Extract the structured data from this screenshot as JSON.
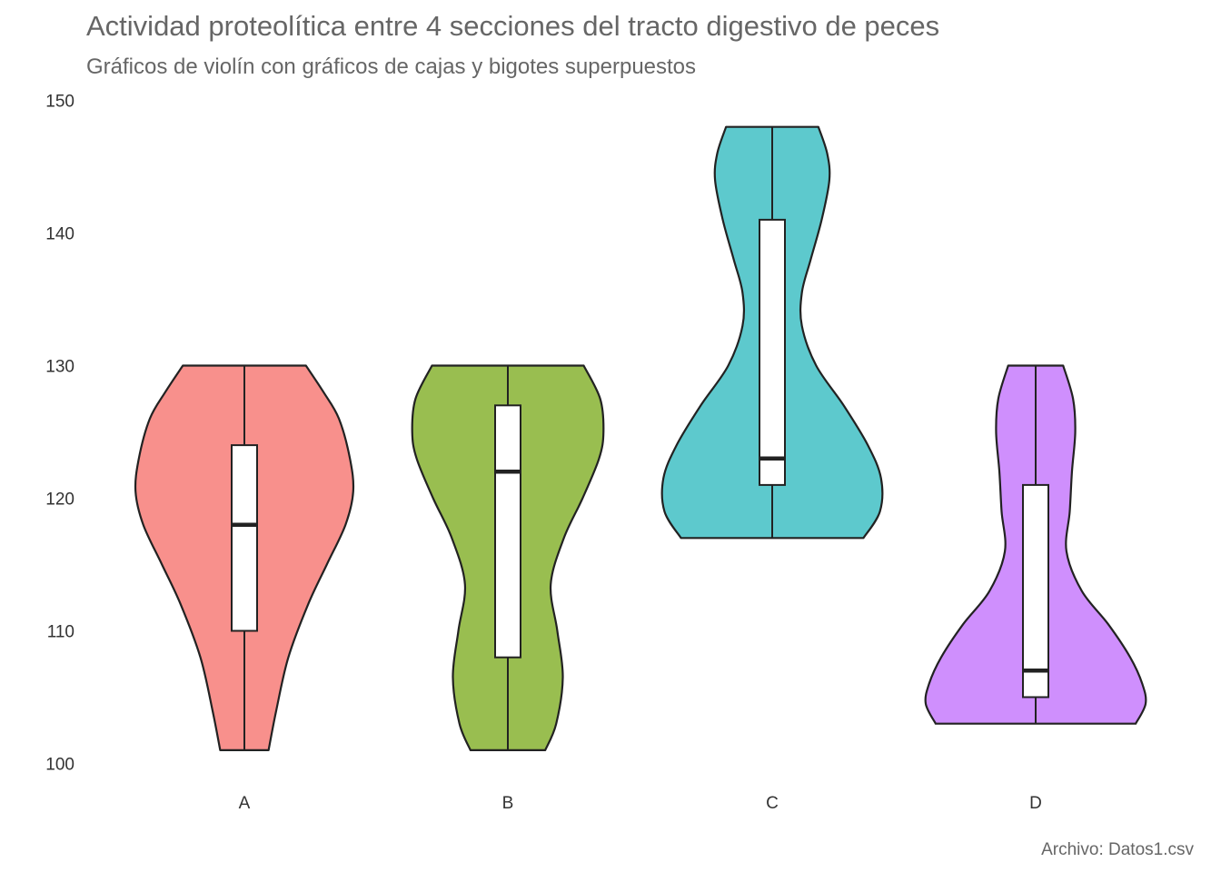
{
  "chart_data": {
    "type": "violin",
    "title": "Actividad proteolítica entre 4 secciones del tracto digestivo de peces",
    "subtitle": "Gráficos de violín con gráficos de cajas y bigotes superpuestos",
    "caption": "Archivo: Datos1.csv",
    "xlabel": "",
    "ylabel": "",
    "ylim": [
      100,
      150
    ],
    "y_ticks": [
      100,
      110,
      120,
      130,
      140,
      150
    ],
    "grid": false,
    "legend": "none",
    "categories": [
      "A",
      "B",
      "C",
      "D"
    ],
    "series": [
      {
        "category": "A",
        "color": "#F8908C",
        "min": 101,
        "q1": 110,
        "median": 118,
        "q3": 124,
        "max": 130,
        "density": [
          [
            101,
            0.22
          ],
          [
            104,
            0.29
          ],
          [
            108,
            0.4
          ],
          [
            112,
            0.58
          ],
          [
            115,
            0.75
          ],
          [
            118,
            0.92
          ],
          [
            120.5,
            0.99
          ],
          [
            123,
            0.96
          ],
          [
            126,
            0.86
          ],
          [
            128,
            0.72
          ],
          [
            130,
            0.56
          ]
        ]
      },
      {
        "category": "B",
        "color": "#99BE50",
        "min": 101,
        "q1": 108,
        "median": 122,
        "q3": 127,
        "max": 130,
        "density": [
          [
            101,
            0.34
          ],
          [
            103,
            0.44
          ],
          [
            106.5,
            0.5
          ],
          [
            110,
            0.45
          ],
          [
            113.5,
            0.39
          ],
          [
            117,
            0.51
          ],
          [
            120,
            0.68
          ],
          [
            123,
            0.83
          ],
          [
            125,
            0.87
          ],
          [
            127.5,
            0.84
          ],
          [
            130,
            0.69
          ]
        ]
      },
      {
        "category": "C",
        "color": "#5DC9CD",
        "min": 117,
        "q1": 121,
        "median": 123,
        "q3": 141,
        "max": 148,
        "density": [
          [
            117,
            0.83
          ],
          [
            119,
            0.98
          ],
          [
            121.5,
            0.99
          ],
          [
            124,
            0.87
          ],
          [
            127,
            0.65
          ],
          [
            130,
            0.4
          ],
          [
            133,
            0.27
          ],
          [
            135.5,
            0.27
          ],
          [
            138,
            0.35
          ],
          [
            141,
            0.45
          ],
          [
            144,
            0.52
          ],
          [
            146,
            0.5
          ],
          [
            148,
            0.42
          ]
        ]
      },
      {
        "category": "D",
        "color": "#CF8FFD",
        "min": 103,
        "q1": 105,
        "median": 107,
        "q3": 121,
        "max": 130,
        "density": [
          [
            103,
            0.91
          ],
          [
            104.5,
            1.0
          ],
          [
            106,
            0.97
          ],
          [
            108,
            0.86
          ],
          [
            110.5,
            0.66
          ],
          [
            113,
            0.42
          ],
          [
            116,
            0.28
          ],
          [
            119,
            0.31
          ],
          [
            122,
            0.33
          ],
          [
            125,
            0.36
          ],
          [
            127.5,
            0.34
          ],
          [
            130,
            0.25
          ]
        ]
      }
    ]
  }
}
